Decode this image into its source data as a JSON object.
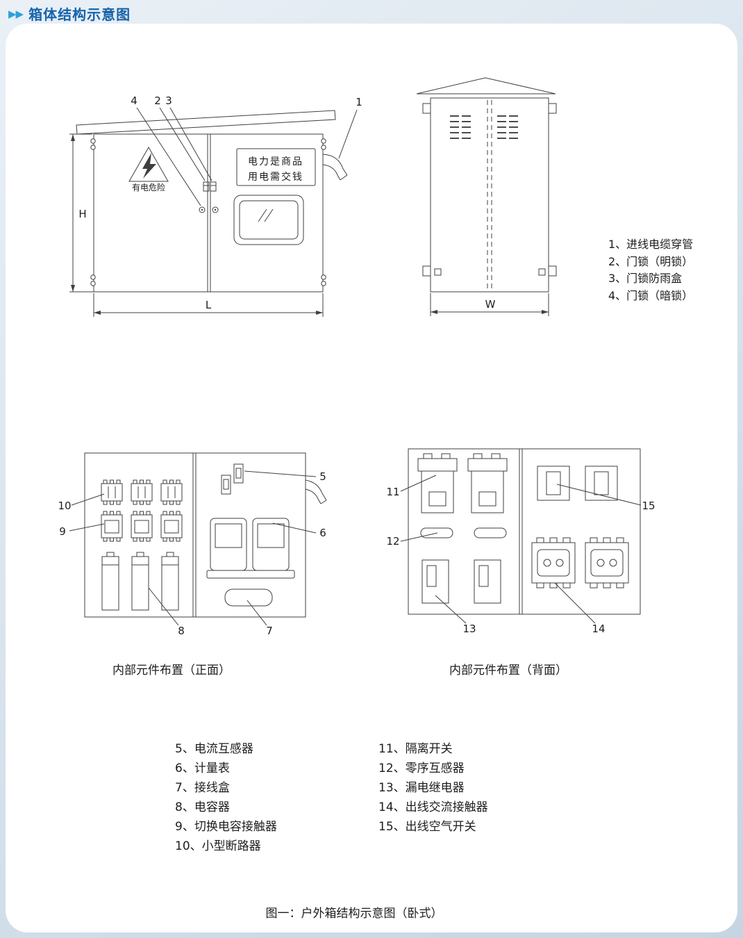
{
  "header": {
    "arrows": "▶▶",
    "title": "箱体结构示意图"
  },
  "front_view": {
    "label_1": "1",
    "label_2": "2",
    "label_3": "3",
    "label_4": "4",
    "dim_h": "H",
    "dim_l": "L",
    "warning_text": "有电危险",
    "slogan_line1": "电力是商品",
    "slogan_line2": "用电需交钱"
  },
  "side_view": {
    "dim_w": "W"
  },
  "legend_top": {
    "items": [
      "1、进线电缆穿管",
      "2、门锁（明锁）",
      "3、门锁防雨盒",
      "4、门锁（暗锁）"
    ]
  },
  "internal_front": {
    "caption": "内部元件布置（正面）",
    "label_5": "5",
    "label_6": "6",
    "label_7": "7",
    "label_8": "8",
    "label_9": "9",
    "label_10": "10"
  },
  "internal_back": {
    "caption": "内部元件布置（背面）",
    "label_11": "11",
    "label_12": "12",
    "label_13": "13",
    "label_14": "14",
    "label_15": "15"
  },
  "legend_bottom_left": {
    "items": [
      "5、电流互感器",
      "6、计量表",
      "7、接线盒",
      "8、电容器",
      "9、切换电容接触器",
      "10、小型断路器"
    ]
  },
  "legend_bottom_right": {
    "items": [
      "11、隔离开关",
      "12、零序互感器",
      "13、漏电继电器",
      "14、出线交流接触器",
      "15、出线空气开关"
    ]
  },
  "figure_caption": "图一：户外箱结构示意图（卧式）"
}
